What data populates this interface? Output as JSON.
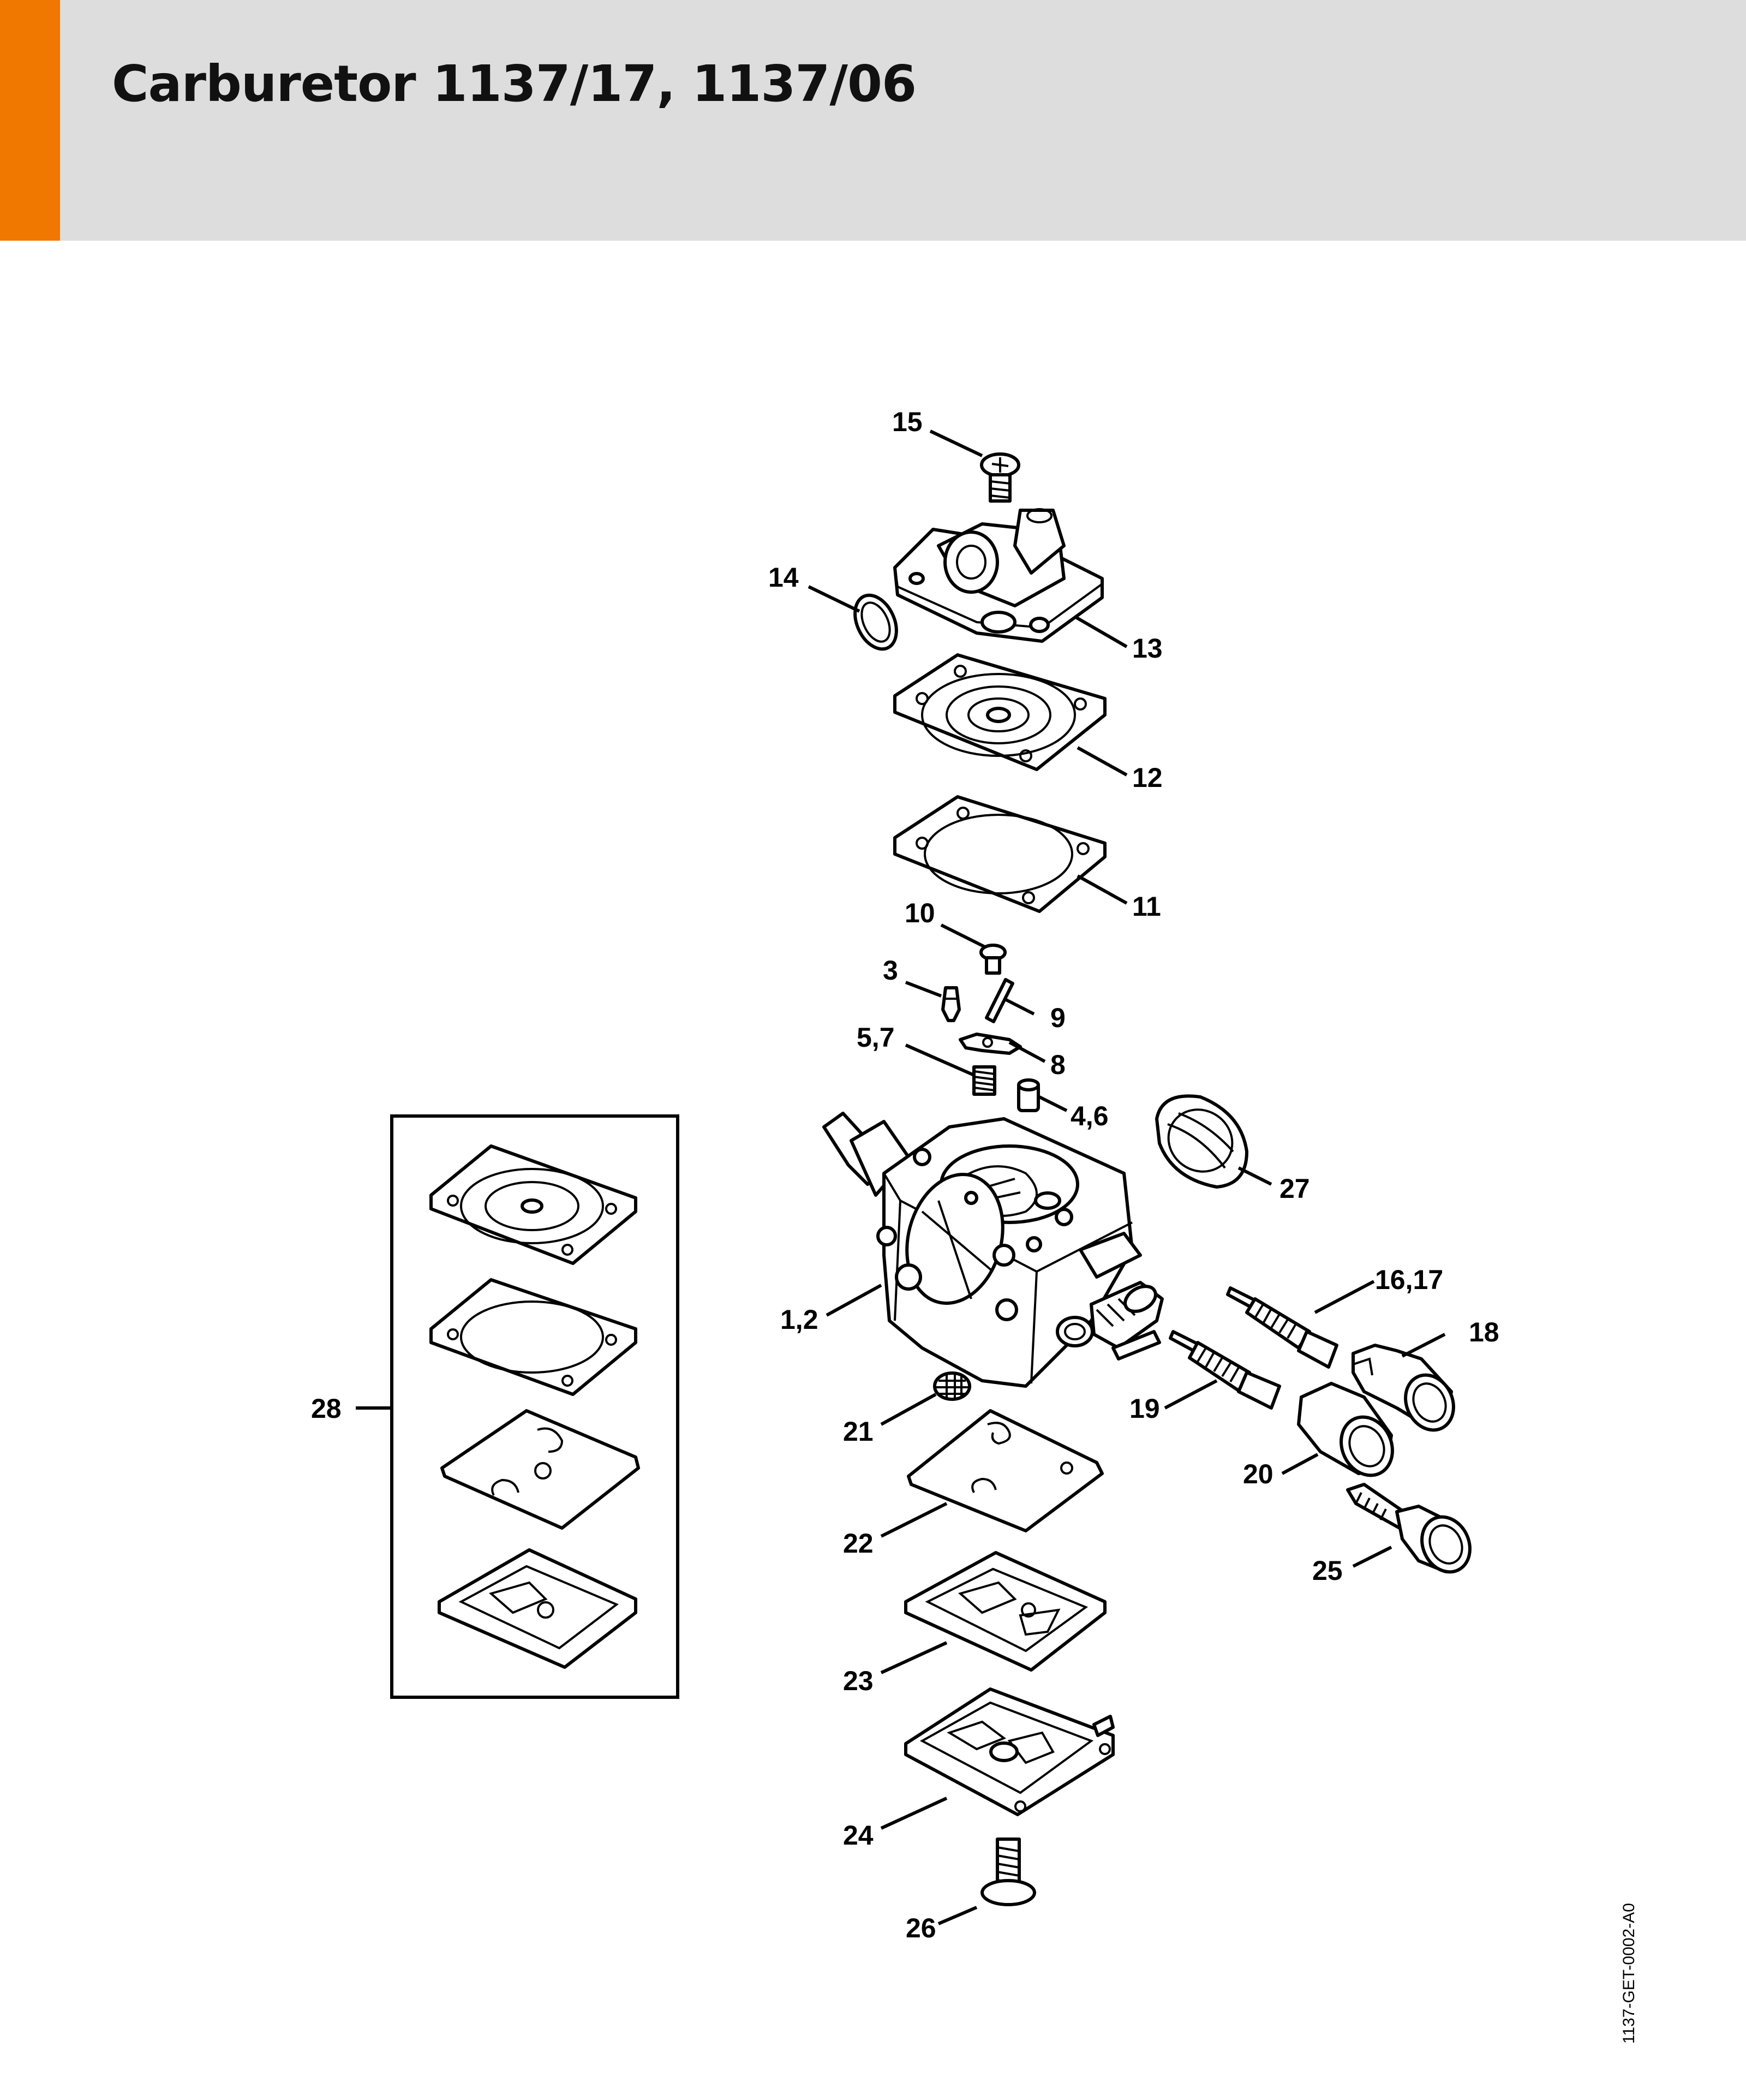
{
  "header": {
    "title": "Carburetor 1137/17, 1137/06",
    "accent_color": "#f07800",
    "background_color": "#dcdddc"
  },
  "callouts": {
    "c15": "15",
    "c14": "14",
    "c13": "13",
    "c12": "12",
    "c11": "11",
    "c10": "10",
    "c3": "3",
    "c9": "9",
    "c57": "5,7",
    "c8": "8",
    "c46": "4,6",
    "c27": "27",
    "c12b": "1,2",
    "c1617": "16,17",
    "c18": "18",
    "c19": "19",
    "c21": "21",
    "c20": "20",
    "c22": "22",
    "c25": "25",
    "c23": "23",
    "c24": "24",
    "c26": "26",
    "c28": "28"
  },
  "document_code": "1137-GET-0002-A0"
}
